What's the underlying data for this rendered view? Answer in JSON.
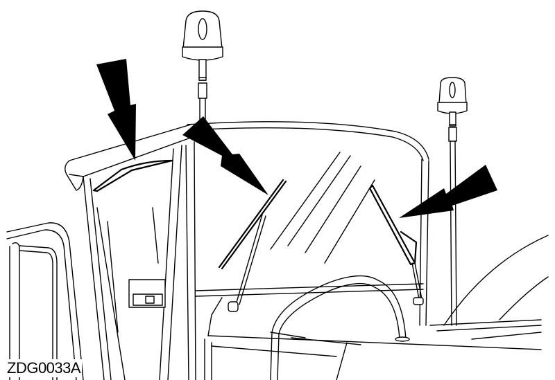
{
  "figure": {
    "id_label": "ZDG0033A",
    "subject": "tractor cab windshield wipers and beacon lights",
    "callouts": [
      {
        "name": "left-wiper-arrow",
        "target": "left-side-window-wiper"
      },
      {
        "name": "center-wiper-arrow",
        "target": "front-windshield-wiper-center"
      },
      {
        "name": "right-wiper-arrow",
        "target": "front-windshield-wiper-right"
      }
    ],
    "colors": {
      "line": "#000000",
      "background": "#ffffff"
    }
  }
}
